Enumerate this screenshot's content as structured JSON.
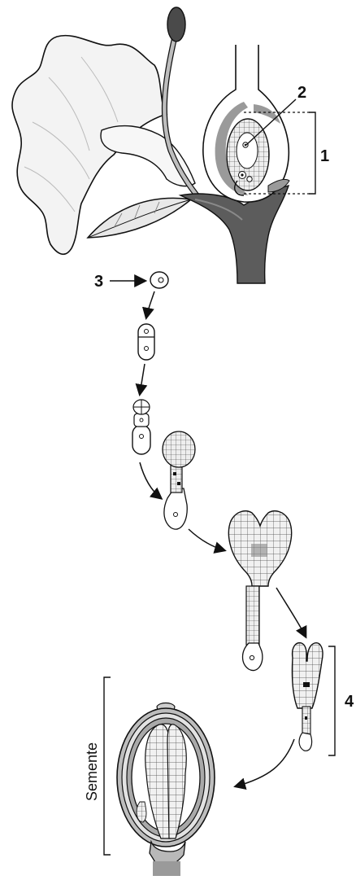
{
  "figure": {
    "labels": {
      "label_1": "1",
      "label_2": "2",
      "label_3": "3",
      "label_4": "4",
      "semente": "Semente"
    },
    "colors": {
      "ink": "#111111",
      "petal": "#f2f2f2",
      "stem_dark": "#555555",
      "stem_mid": "#7a7a7a",
      "highlight_gray": "#9a9a9a",
      "stigma": "#4a4a4a",
      "embryo_fill": "#e6e6e6",
      "seed_coat": "#bdbdbd"
    }
  }
}
